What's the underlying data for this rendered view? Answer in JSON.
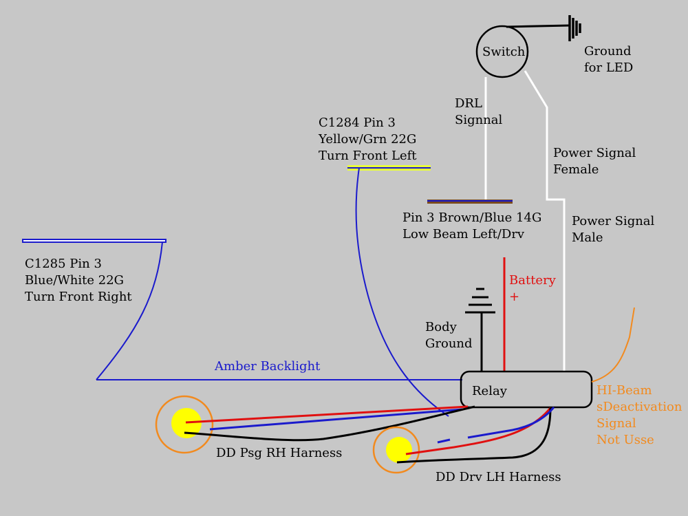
{
  "labels": {
    "switch": "Switch",
    "ground_led_1": "Ground",
    "ground_led_2": "for LED",
    "drl_1": "DRL",
    "drl_2": "Signnal",
    "c1284_1": "C1284 Pin 3",
    "c1284_2": "Yellow/Grn 22G",
    "c1284_3": "Turn Front Left",
    "power_female_1": "Power Signal",
    "power_female_2": "Female",
    "pin3_1": "Pin 3 Brown/Blue 14G",
    "pin3_2": "Low Beam Left/Drv",
    "power_male_1": "Power Signal",
    "power_male_2": "Male",
    "c1285_1": "C1285 Pin 3",
    "c1285_2": "Blue/White 22G",
    "c1285_3": "Turn Front Right",
    "battery_1": "Battery",
    "battery_2": "+",
    "body_ground_1": "Body",
    "body_ground_2": "Ground",
    "amber_backlight": "Amber Backlight",
    "relay": "Relay",
    "hibeam_1": "HI-Beam",
    "hibeam_2": "sDeactivation",
    "hibeam_3": "Signal",
    "hibeam_4": "Not Usse",
    "dd_psg": "DD Psg RH Harness",
    "dd_drv": "DD Drv LH Harness"
  },
  "colors": {
    "background": "#c7c7c7",
    "wire_white": "#ffffff",
    "wire_blue": "#1a1acc",
    "wire_red": "#e01010",
    "wire_black": "#000000",
    "wire_orange": "#f28a1e",
    "bulb_yellow": "#ffff00",
    "highlight_yellow": "#e8ff3a",
    "brown": "#7a4a1e"
  }
}
